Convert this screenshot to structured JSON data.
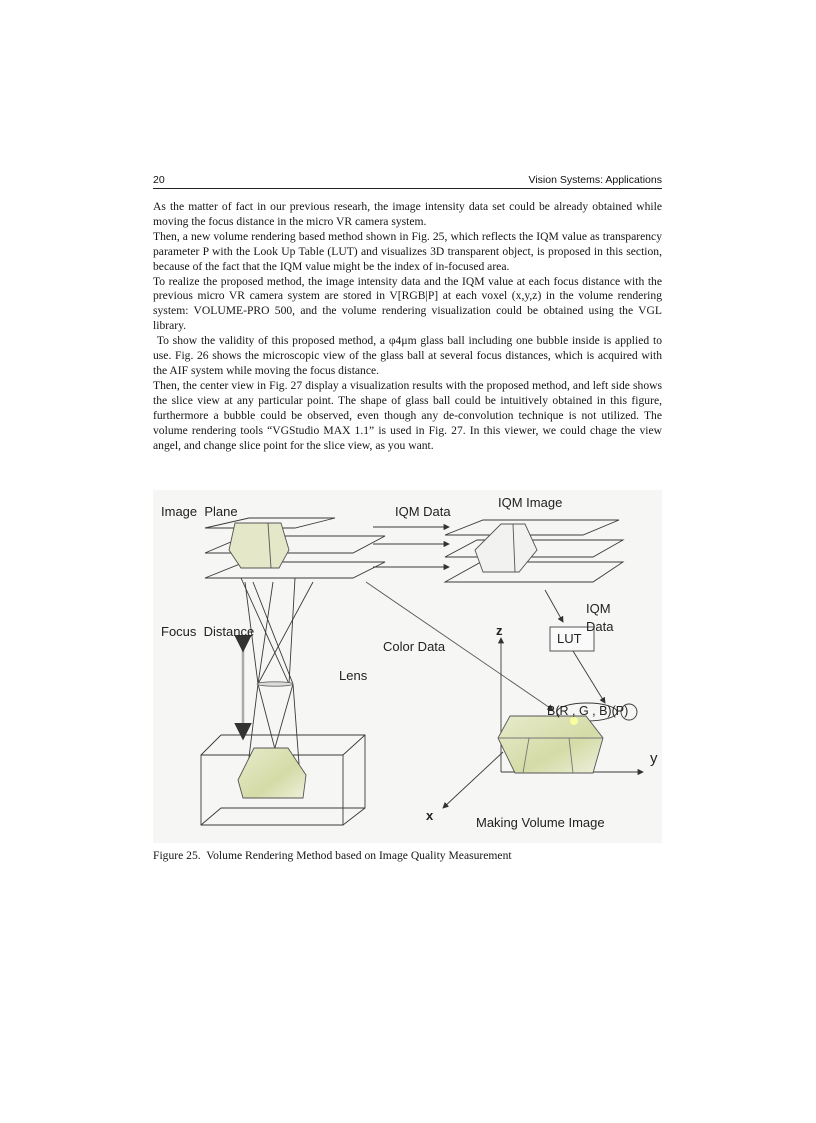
{
  "header": {
    "page_number": "20",
    "running_title": "Vision Systems: Applications"
  },
  "body": {
    "paragraphs": [
      "As the matter of fact in our previous researh, the image intensity data set could be already obtained while moving the focus distance in the micro VR camera system.",
      "Then, a new volume rendering based method shown in Fig. 25, which reflects the IQM value as transparency parameter P with the Look Up Table (LUT) and visualizes 3D transparent object, is proposed in this section, because of the fact that the IQM value might be the index of in-focused area.",
      "To realize the proposed method, the image intensity data and the IQM value at each focus distance with the previous micro VR camera system are stored in V[RGB|P] at each voxel (x,y,z) in the volume rendering system: VOLUME-PRO 500, and the volume rendering visualization could be obtained using the VGL library.",
      " To show the validity of this proposed method, a φ4μm glass ball including one bubble inside is applied to use. Fig. 26 shows the microscopic view of the glass ball at several focus distances, which is acquired with the AIF system while moving the focus distance.",
      "Then, the center view in Fig. 27 display a visualization results with the proposed method, and left side shows the slice view at any particular point. The shape of glass ball could be intuitively obtained in this figure, furthermore a bubble could be observed, even though any de-convolution technique is not utilized. The volume rendering tools “VGStudio MAX 1.1” is used in Fig. 27. In this viewer, we could chage the view angel, and change slice point for the slice view, as you want."
    ]
  },
  "figure": {
    "labels": {
      "image_plane": "Image  Plane",
      "iqm_data_top": "IQM Data",
      "iqm_image": "IQM Image",
      "focus_distance": "Focus  Distance",
      "lens": "Lens",
      "color_data": "Color Data",
      "iqm_data_side_1": "IQM",
      "iqm_data_side_2": "Data",
      "lut": "LUT",
      "axis_z": "z",
      "axis_y": "y",
      "axis_x": "x",
      "voxel_tuple": "B(R , G , B)(P)",
      "making_volume_image": "Making Volume Image"
    },
    "colors": {
      "line": "#3a3a3a",
      "object_fill": "#d9dcb8",
      "object_highlight": "#eef2a0",
      "background": "#f6f6f4"
    },
    "caption": "Figure 25.  Volume Rendering Method based on Image Quality Measurement"
  }
}
